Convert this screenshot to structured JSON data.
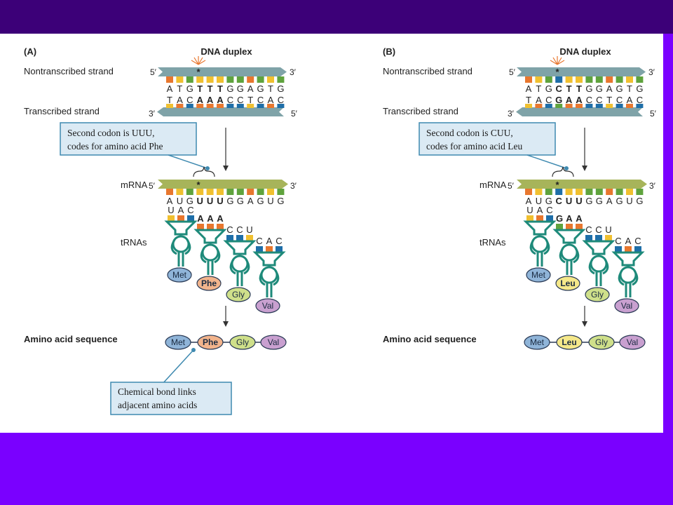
{
  "colors": {
    "top_band": "#3c0078",
    "background": "#7a00ff",
    "dna_strand": "#7fa3a8",
    "mrna_strand": "#a7b45a",
    "trna_stroke": "#1e8a7a",
    "callout_fill": "#dbeaf4",
    "callout_stroke": "#3f8ab0",
    "base_orange": "#e8772e",
    "base_yellow": "#f0c030",
    "base_green": "#5fa33d",
    "base_blue": "#1e6ea8"
  },
  "panels": [
    {
      "panel_label": "(A)",
      "dna_title": "DNA duplex",
      "nontranscribed_label": "Nontranscribed strand",
      "transcribed_label": "Transcribed strand",
      "five_prime": "5′",
      "three_prime": "3′",
      "top_strand": [
        "A",
        "T",
        "G",
        "T",
        "T",
        "T",
        "G",
        "G",
        "A",
        "G",
        "T",
        "G"
      ],
      "bottom_strand": [
        "T",
        "A",
        "C",
        "A",
        "A",
        "A",
        "C",
        "C",
        "T",
        "C",
        "A",
        "C"
      ],
      "callout": [
        "Second codon is UUU,",
        "codes for amino acid Phe"
      ],
      "mrna_label": "mRNA",
      "mrna": [
        "A",
        "U",
        "G",
        "U",
        "U",
        "U",
        "G",
        "G",
        "A",
        "G",
        "U",
        "G"
      ],
      "trna_label": "tRNAs",
      "anticodons": [
        "UAC",
        "AAA",
        "CCU",
        "CAC"
      ],
      "amino_acids": [
        "Met",
        "Phe",
        "Gly",
        "Val"
      ],
      "sequence_label": "Amino acid sequence",
      "bond_callout": [
        "Chemical bond links",
        "adjacent amino acids"
      ]
    },
    {
      "panel_label": "(B)",
      "dna_title": "DNA duplex",
      "nontranscribed_label": "Nontranscribed strand",
      "transcribed_label": "Transcribed strand",
      "five_prime": "5′",
      "three_prime": "3′",
      "top_strand": [
        "A",
        "T",
        "G",
        "C",
        "T",
        "T",
        "G",
        "G",
        "A",
        "G",
        "T",
        "G"
      ],
      "bottom_strand": [
        "T",
        "A",
        "C",
        "G",
        "A",
        "A",
        "C",
        "C",
        "T",
        "C",
        "A",
        "C"
      ],
      "callout": [
        "Second codon is CUU,",
        "codes for amino acid Leu"
      ],
      "mrna_label": "mRNA",
      "mrna": [
        "A",
        "U",
        "G",
        "C",
        "U",
        "U",
        "G",
        "G",
        "A",
        "G",
        "U",
        "G"
      ],
      "trna_label": "tRNAs",
      "anticodons": [
        "UAC",
        "GAA",
        "CCU",
        "CAC"
      ],
      "amino_acids": [
        "Met",
        "Leu",
        "Gly",
        "Val"
      ],
      "sequence_label": "Amino acid sequence"
    }
  ],
  "amino_acid_colors": {
    "Met": "#8fb4d8",
    "Phe": "#f2b48c",
    "Leu": "#f5e88a",
    "Gly": "#cfe08a",
    "Val": "#c9a0d0"
  },
  "base_colors": {
    "A": "#e8772e",
    "T": "#f0c030",
    "U": "#f0c030",
    "G": "#5fa33d",
    "C": "#1e6ea8"
  }
}
